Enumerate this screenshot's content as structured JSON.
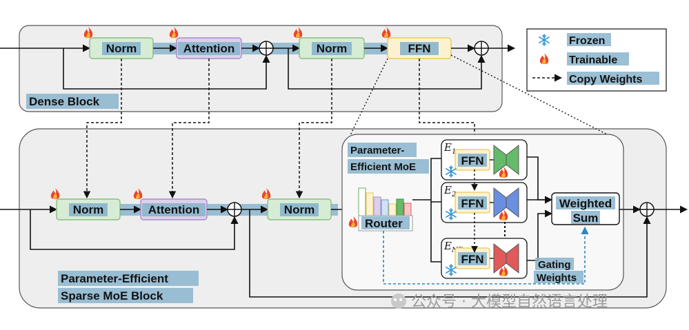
{
  "dense_block": {
    "title": "Dense Block",
    "norm1": "Norm",
    "attention": "Attention",
    "norm2": "Norm",
    "ffn": "FFN"
  },
  "moe_block": {
    "title_line1": "Parameter-Efficient",
    "title_line2": "Sparse MoE Block",
    "norm1": "Norm",
    "attention": "Attention",
    "norm2": "Norm"
  },
  "pe_moe": {
    "title_line1": "Parameter-",
    "title_line2": "Efficient MoE",
    "router": "Router",
    "experts": [
      {
        "symbol": "E",
        "subscript": "1",
        "label": "FFN",
        "adapter_color": "#66bb6a"
      },
      {
        "symbol": "E",
        "subscript": "2",
        "label": "FFN",
        "adapter_color": "#6a8fe0"
      },
      {
        "symbol": "E",
        "subscript": "NE",
        "label": "FFN",
        "adapter_color": "#e05a5a"
      }
    ],
    "weighted_sum_line1": "Weighted",
    "weighted_sum_line2": "Sum",
    "gating_line1": "Gating",
    "gating_line2": "Weights"
  },
  "legend": {
    "frozen": "Frozen",
    "trainable": "Trainable",
    "copy_weights": "Copy Weights"
  },
  "watermark": "公众号 · 大模型自然语言处理",
  "colors": {
    "block_bg": "#eeeeee",
    "norm_fill": "#d7ecd5",
    "norm_stroke": "#86c07f",
    "attn_fill": "#ddd0ea",
    "attn_stroke": "#a88cc9",
    "ffn_fill": "#fdf2cf",
    "ffn_stroke": "#e8c95a",
    "label_highlight": "#8ab4cc",
    "gating_arrow": "#2e86c1",
    "flame": "#e8462a",
    "snow": "#3a9ad9"
  }
}
